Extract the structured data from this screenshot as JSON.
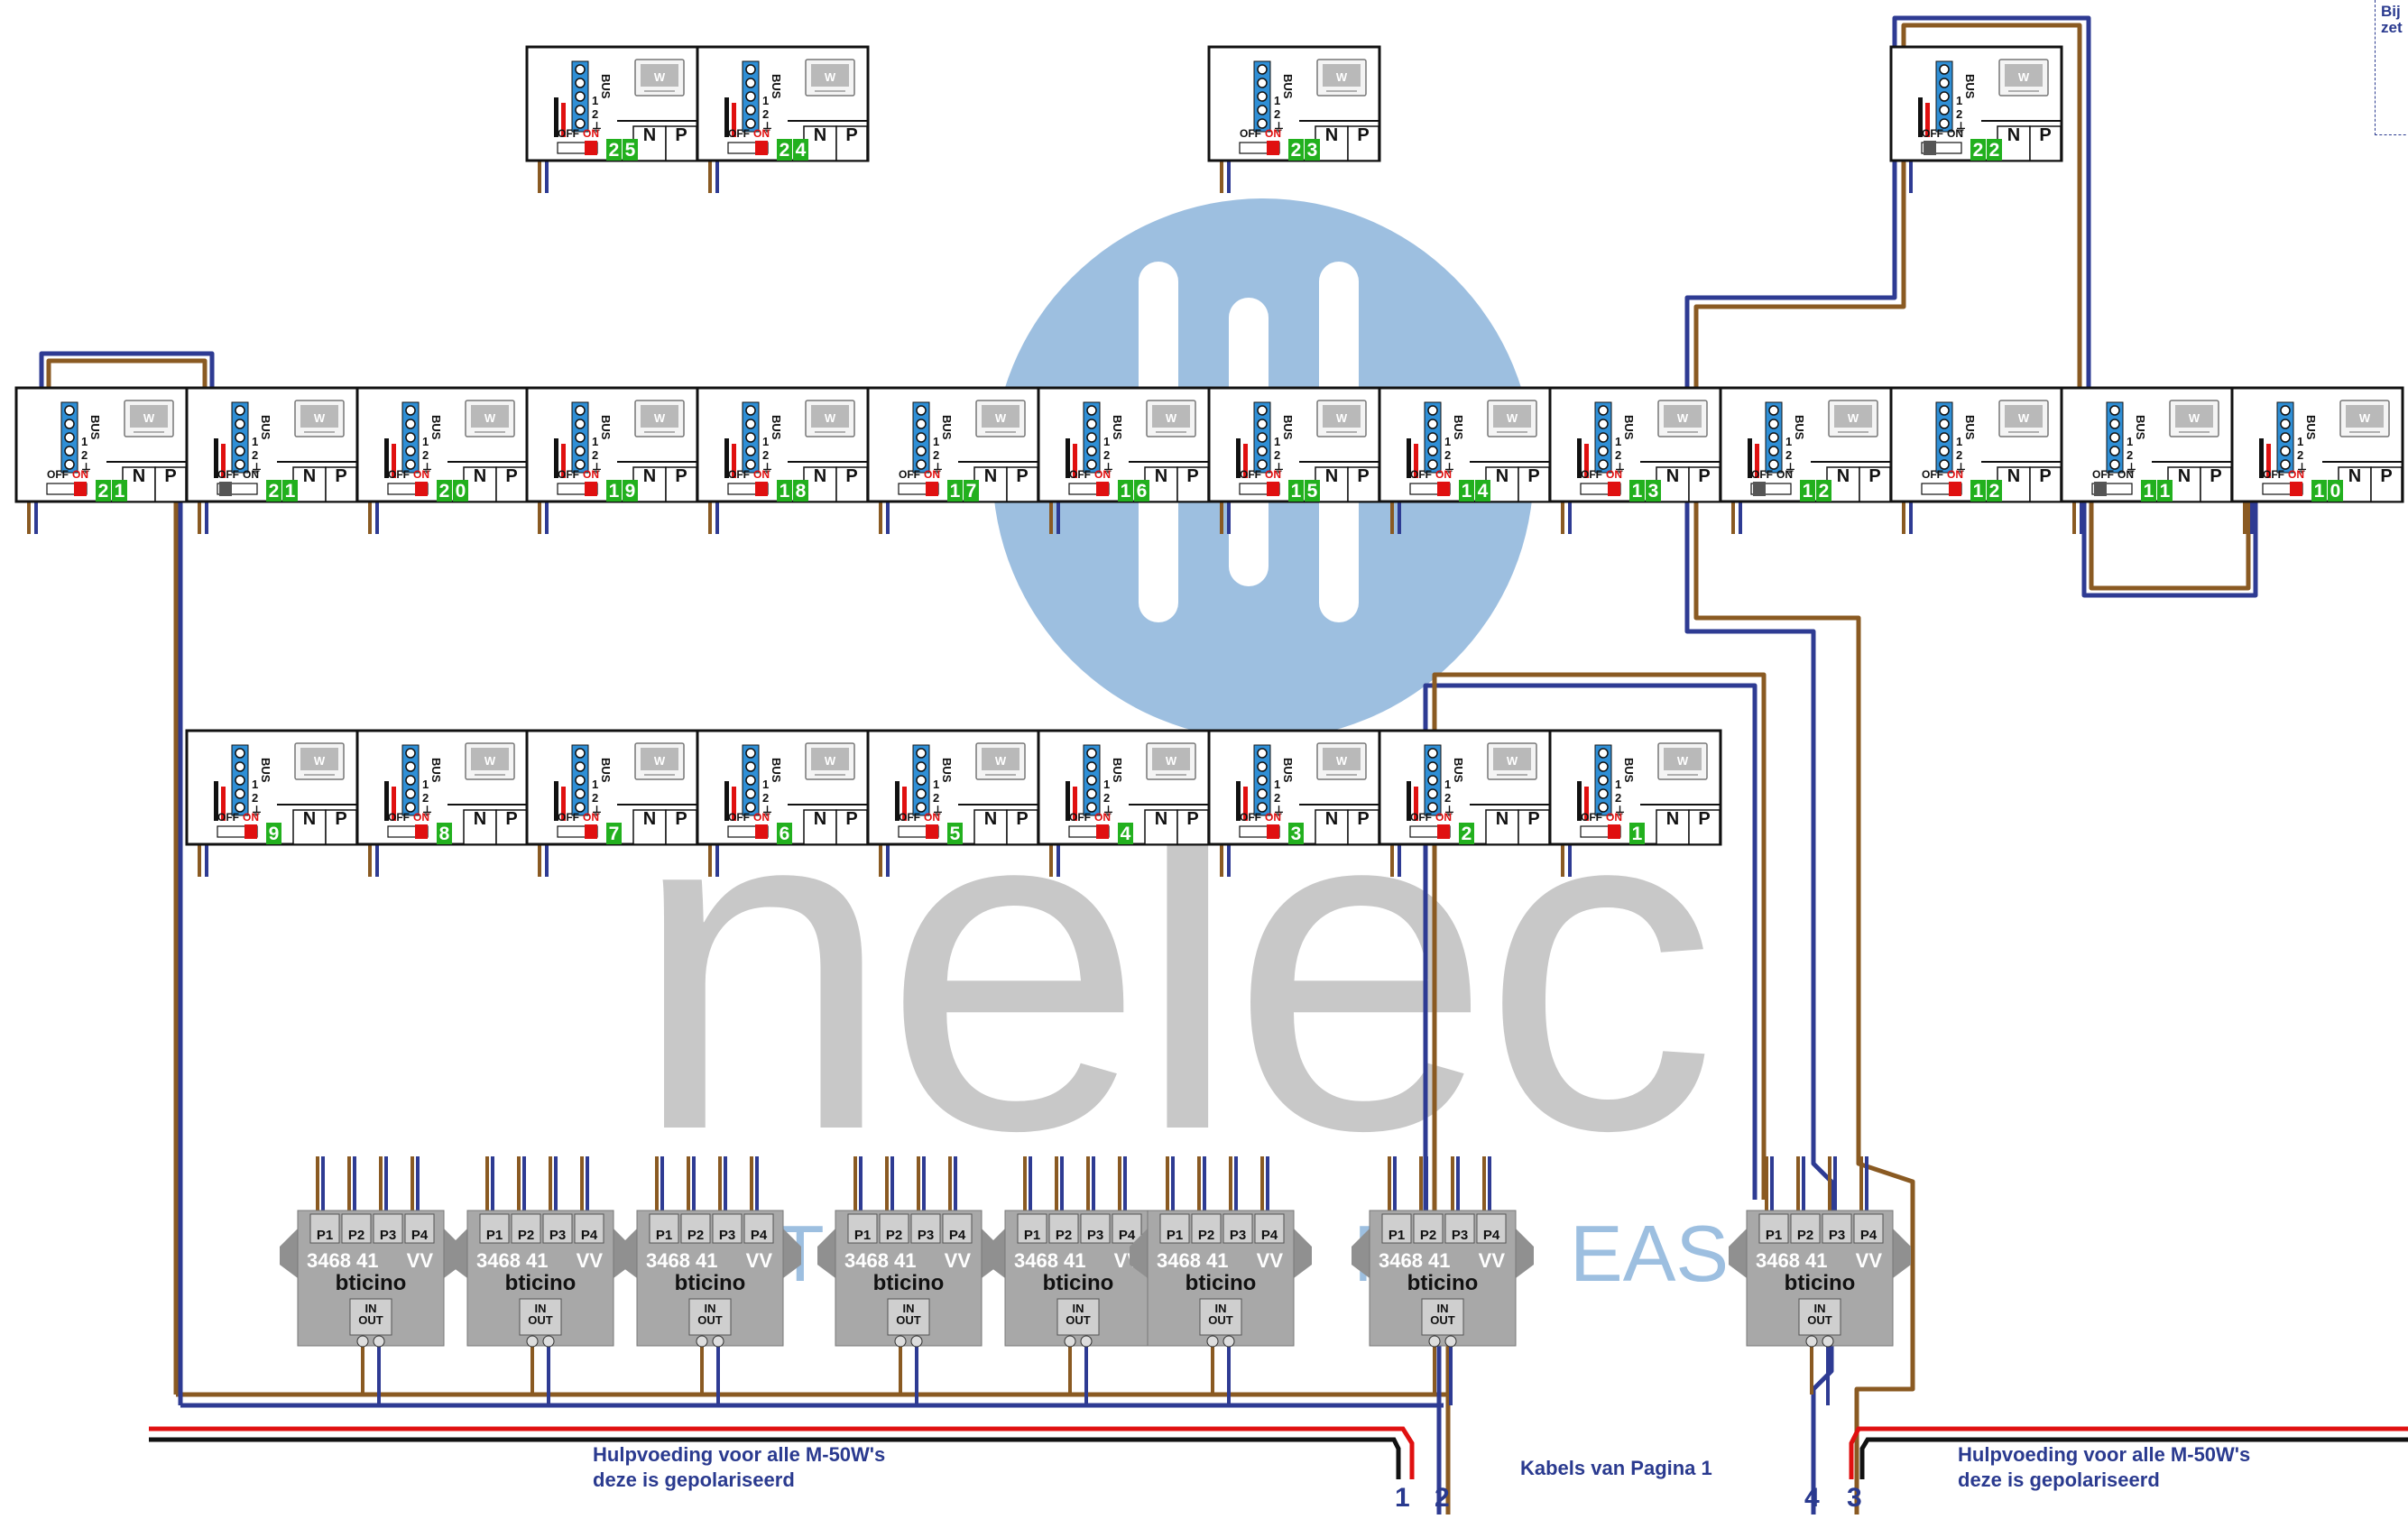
{
  "watermark": {
    "brand": "nelec",
    "tagline_fragment_left": "T",
    "tagline_fragment_mid": "MA",
    "tagline_fragment_right": "EAS",
    "circle_color": "#9dbfe0",
    "text_color": "#c8c8c8"
  },
  "colors": {
    "bus_blue": "#2e3b93",
    "bus_brown": "#8a5a22",
    "power_red": "#e01010",
    "terminal_blue": "#2f8fd6",
    "number_green": "#22b01e",
    "switch_on_red": "#e01010",
    "distributor_gray": "#a8a8a8"
  },
  "unit_labels": {
    "bus": "BUS",
    "t1": "1",
    "t2": "2",
    "n": "N",
    "p": "P",
    "off": "OFF",
    "on": "ON",
    "monitor_key": "W"
  },
  "units": [
    {
      "id": "25",
      "digits": [
        "2",
        "5"
      ],
      "switch": "on",
      "aux": true
    },
    {
      "id": "24",
      "digits": [
        "2",
        "4"
      ],
      "switch": "on",
      "aux": true
    },
    {
      "id": "23",
      "digits": [
        "2",
        "3"
      ],
      "switch": "on",
      "aux": false
    },
    {
      "id": "22",
      "digits": [
        "2",
        "2"
      ],
      "switch": "off",
      "aux": true
    },
    {
      "id": "21a",
      "digits": [
        "2",
        "1"
      ],
      "switch": "on",
      "aux": false
    },
    {
      "id": "21b",
      "digits": [
        "2",
        "1"
      ],
      "switch": "off",
      "aux": true
    },
    {
      "id": "20",
      "digits": [
        "2",
        "0"
      ],
      "switch": "on",
      "aux": true
    },
    {
      "id": "19",
      "digits": [
        "1",
        "9"
      ],
      "switch": "on",
      "aux": true
    },
    {
      "id": "18",
      "digits": [
        "1",
        "8"
      ],
      "switch": "on",
      "aux": true
    },
    {
      "id": "17",
      "digits": [
        "1",
        "7"
      ],
      "switch": "on",
      "aux": false
    },
    {
      "id": "16",
      "digits": [
        "1",
        "6"
      ],
      "switch": "on",
      "aux": true
    },
    {
      "id": "15",
      "digits": [
        "1",
        "5"
      ],
      "switch": "on",
      "aux": true
    },
    {
      "id": "14",
      "digits": [
        "1",
        "4"
      ],
      "switch": "on",
      "aux": true
    },
    {
      "id": "13",
      "digits": [
        "1",
        "3"
      ],
      "switch": "on",
      "aux": true
    },
    {
      "id": "12a",
      "digits": [
        "1",
        "2"
      ],
      "switch": "off",
      "aux": true
    },
    {
      "id": "12b",
      "digits": [
        "1",
        "2"
      ],
      "switch": "on",
      "aux": false
    },
    {
      "id": "11",
      "digits": [
        "1",
        "1"
      ],
      "switch": "off",
      "aux": false
    },
    {
      "id": "10",
      "digits": [
        "1",
        "0"
      ],
      "switch": "on",
      "aux": true
    },
    {
      "id": "9",
      "digits": [
        "9"
      ],
      "switch": "on",
      "aux": true
    },
    {
      "id": "8",
      "digits": [
        "8"
      ],
      "switch": "on",
      "aux": true
    },
    {
      "id": "7",
      "digits": [
        "7"
      ],
      "switch": "on",
      "aux": true
    },
    {
      "id": "6",
      "digits": [
        "6"
      ],
      "switch": "on",
      "aux": true
    },
    {
      "id": "5",
      "digits": [
        "5"
      ],
      "switch": "on",
      "aux": true
    },
    {
      "id": "4",
      "digits": [
        "4"
      ],
      "switch": "on",
      "aux": true
    },
    {
      "id": "3",
      "digits": [
        "3"
      ],
      "switch": "on",
      "aux": true
    },
    {
      "id": "2",
      "digits": [
        "2"
      ],
      "switch": "on",
      "aux": true
    },
    {
      "id": "1",
      "digits": [
        "1"
      ],
      "switch": "on",
      "aux": true
    }
  ],
  "distributor": {
    "ports": [
      "P1",
      "P2",
      "P3",
      "P4"
    ],
    "model": "3468 41",
    "vv": "VV",
    "brand": "bticino",
    "in": "IN",
    "out": "OUT",
    "count": 8
  },
  "captions": {
    "power_left_line1": "Hulpvoeding voor alle M-50W's",
    "power_left_line2": "deze is gepolariseerd",
    "power_right_line1": "Hulpvoeding voor alle M-50W's",
    "power_right_line2": "deze is gepolariseerd",
    "cables": "Kabels van Pagina 1",
    "note_line1": "Bij",
    "note_line2": "zet"
  },
  "cable_numbers": [
    "1",
    "2",
    "4",
    "3"
  ]
}
